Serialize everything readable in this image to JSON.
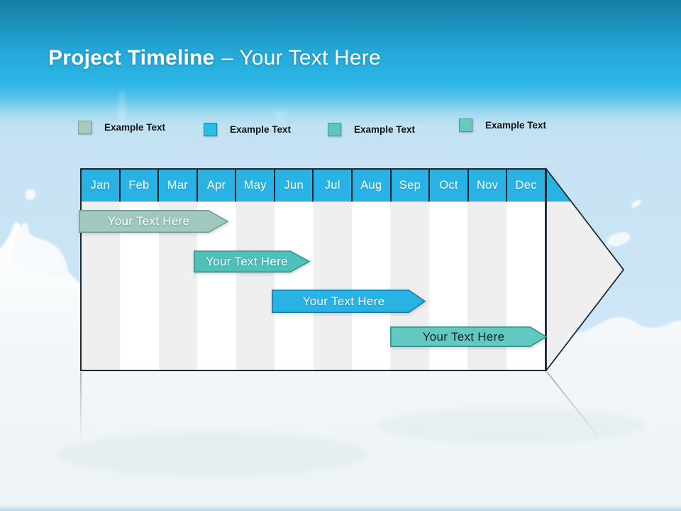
{
  "title": {
    "bold": "Project Timeline",
    "regular": "– Your Text Here"
  },
  "legend": {
    "items": [
      {
        "label": "Example Text",
        "color": "#abc9bf",
        "border": "#7fa393"
      },
      {
        "label": "Example Text",
        "color": "#29bde8",
        "border": "#1b88af"
      },
      {
        "label": "Example Text",
        "color": "#5fc7b9",
        "border": "#3f9e92"
      },
      {
        "label": "Example Text",
        "color": "#68cabb",
        "border": "#3f9e92"
      }
    ]
  },
  "timeline": {
    "header_bg": "#29b3e5",
    "months": [
      "Jan",
      "Feb",
      "Mar",
      "Apr",
      "May",
      "Jun",
      "Jul",
      "Aug",
      "Sep",
      "Oct",
      "Nov",
      "Dec"
    ],
    "bars": [
      {
        "label": "Your Text Here",
        "fill": "#9fc8bf",
        "stroke": "#6fa195",
        "text_color": "#ffffff",
        "starts_at": "Jan",
        "ends_at": "Mar"
      },
      {
        "label": "Your Text Here",
        "fill": "#4fc1ba",
        "stroke": "#2f968e",
        "text_color": "#ffffff",
        "starts_at": "Apr",
        "ends_at": "Jun"
      },
      {
        "label": "Your Text Here",
        "fill": "#29b3e5",
        "stroke": "#1a7ca3",
        "text_color": "#ffffff",
        "starts_at": "Jun",
        "ends_at": "Sep"
      },
      {
        "label": "Your Text Here",
        "fill": "#63c8c1",
        "stroke": "#338f87",
        "text_color": "#1c1c1c",
        "starts_at": "Sep",
        "ends_at": "Dec"
      }
    ]
  }
}
